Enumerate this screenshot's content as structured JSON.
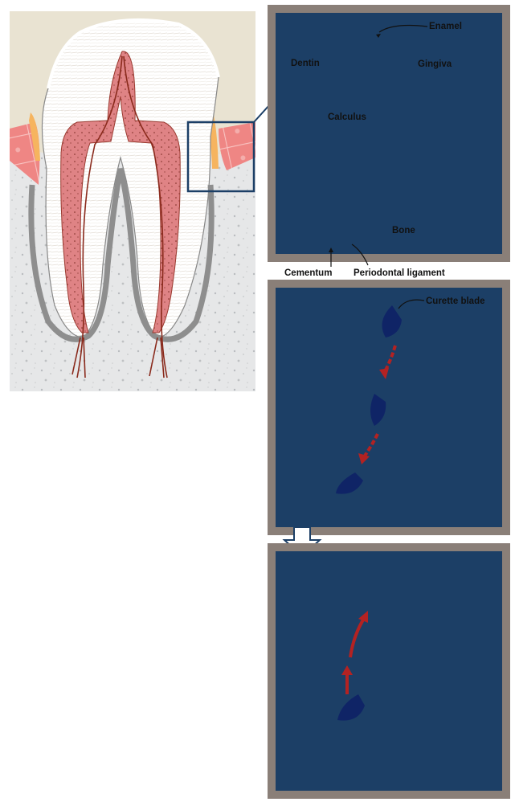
{
  "labels": {
    "enamel": "Enamel",
    "dentin": "Dentin",
    "gingiva": "Gingiva",
    "calculus": "Calculus",
    "bone": "Bone",
    "cementum": "Cementum",
    "periodontal_ligament": "Periodontal ligament",
    "curette_blade": "Curette blade"
  },
  "colors": {
    "frame": "#8a7f78",
    "frame_inner": "#1c3f66",
    "dentin": "#ffffff",
    "dentin_lines": "#e2dcd4",
    "pulp": "#d9777a",
    "pulp_light": "#eaa6a6",
    "nerve": "#8a2a1c",
    "calculus": "#f6b45f",
    "gingiva": "#ef8a88",
    "gingiva_cells": "#f7c6c4",
    "bone": "#e4e5e6",
    "cementum": "#8e8e8e",
    "beige": "#e9e3d2",
    "curette": "#0f2466",
    "arrow": "#b32222"
  },
  "panels": [
    {
      "name": "anatomy"
    },
    {
      "name": "scaling"
    },
    {
      "name": "removal"
    }
  ]
}
